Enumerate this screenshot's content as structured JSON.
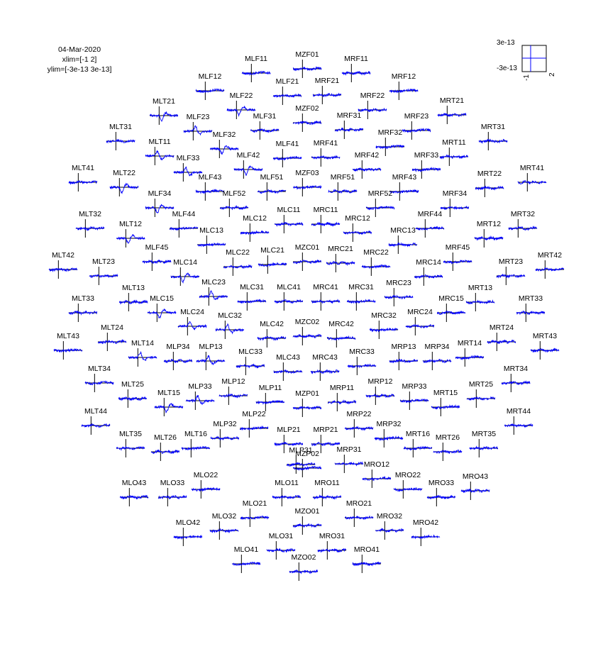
{
  "info": {
    "date": "04-Mar-2020",
    "xlim_text": "xlim=[-1 2]",
    "ylim_text": "ylim=[-3e-13 3e-13]"
  },
  "scale_box": {
    "ytop": "3e-13",
    "ybottom": "-3e-13",
    "xleft": "-1",
    "xright": "2"
  },
  "colors": {
    "trace": "#0000ff",
    "axes": "#000000",
    "background": "#ffffff"
  },
  "chart_data": {
    "type": "line",
    "layout": "MEG sensor topography (multiplot of per-channel time courses)",
    "xlim": [
      -1,
      2
    ],
    "ylim": [
      -3e-13,
      3e-13
    ],
    "channels": [
      "MLF11",
      "MZF01",
      "MRF11",
      "MLF12",
      "MLF21",
      "MRF21",
      "MRF12",
      "MLF22",
      "MRF22",
      "MLT21",
      "MZF02",
      "MRT21",
      "MLF23",
      "MLF31",
      "MRF31",
      "MRF23",
      "MLT31",
      "MLF32",
      "MRF32",
      "MRT31",
      "MLT11",
      "MLF41",
      "MRF41",
      "MRT11",
      "MLF33",
      "MLF42",
      "MRF42",
      "MRF33",
      "MLT41",
      "MLT22",
      "MZF03",
      "MRT22",
      "MRT41",
      "MLF43",
      "MLF51",
      "MRF51",
      "MRF43",
      "MLF34",
      "MLF52",
      "MRF52",
      "MRF34",
      "MLT32",
      "MLF44",
      "MLC11",
      "MRC11",
      "MRF44",
      "MRT32",
      "MLT12",
      "MLC12",
      "MRC12",
      "MRT12",
      "MLC13",
      "MRC13",
      "MLF45",
      "MLC21",
      "MZC01",
      "MRC21",
      "MRF45",
      "MLT42",
      "MLC22",
      "MRC22",
      "MRT42",
      "MLT23",
      "MLC14",
      "MRC14",
      "MRT23",
      "MLC23",
      "MRC23",
      "MLT13",
      "MLC31",
      "MLC41",
      "MRC41",
      "MRC31",
      "MRT13",
      "MLT33",
      "MLC15",
      "MRC15",
      "MRT33",
      "MLC24",
      "MRC24",
      "MLC32",
      "MRC32",
      "MLC42",
      "MZC02",
      "MRC42",
      "MLT24",
      "MRT24",
      "MLT43",
      "MLT14",
      "MLP34",
      "MLP13",
      "MRP13",
      "MRP34",
      "MRT14",
      "MRT43",
      "MLC33",
      "MRC33",
      "MLC43",
      "MRC43",
      "MLT34",
      "MRT34",
      "MLT25",
      "MLP33",
      "MLP12",
      "MRP12",
      "MRP33",
      "MRT25",
      "MLT15",
      "MLP11",
      "MZP01",
      "MRP11",
      "MRT15",
      "MLT44",
      "MRT44",
      "MLP22",
      "MRP22",
      "MLP32",
      "MRP32",
      "MLT35",
      "MLT26",
      "MLT16",
      "MLP21",
      "MRP21",
      "MRT16",
      "MRT26",
      "MRT35",
      "MZP02",
      "MLP31",
      "MRP31",
      "MRO12",
      "MLO43",
      "MLO33",
      "MLO22",
      "MLO11",
      "MRO11",
      "MRO22",
      "MRO33",
      "MRO43",
      "MLO21",
      "MRO21",
      "MZO01",
      "MLO42",
      "MLO32",
      "MRO32",
      "MRO42",
      "MLO31",
      "MRO31",
      "MLO41",
      "MRO41",
      "MZO02"
    ]
  }
}
